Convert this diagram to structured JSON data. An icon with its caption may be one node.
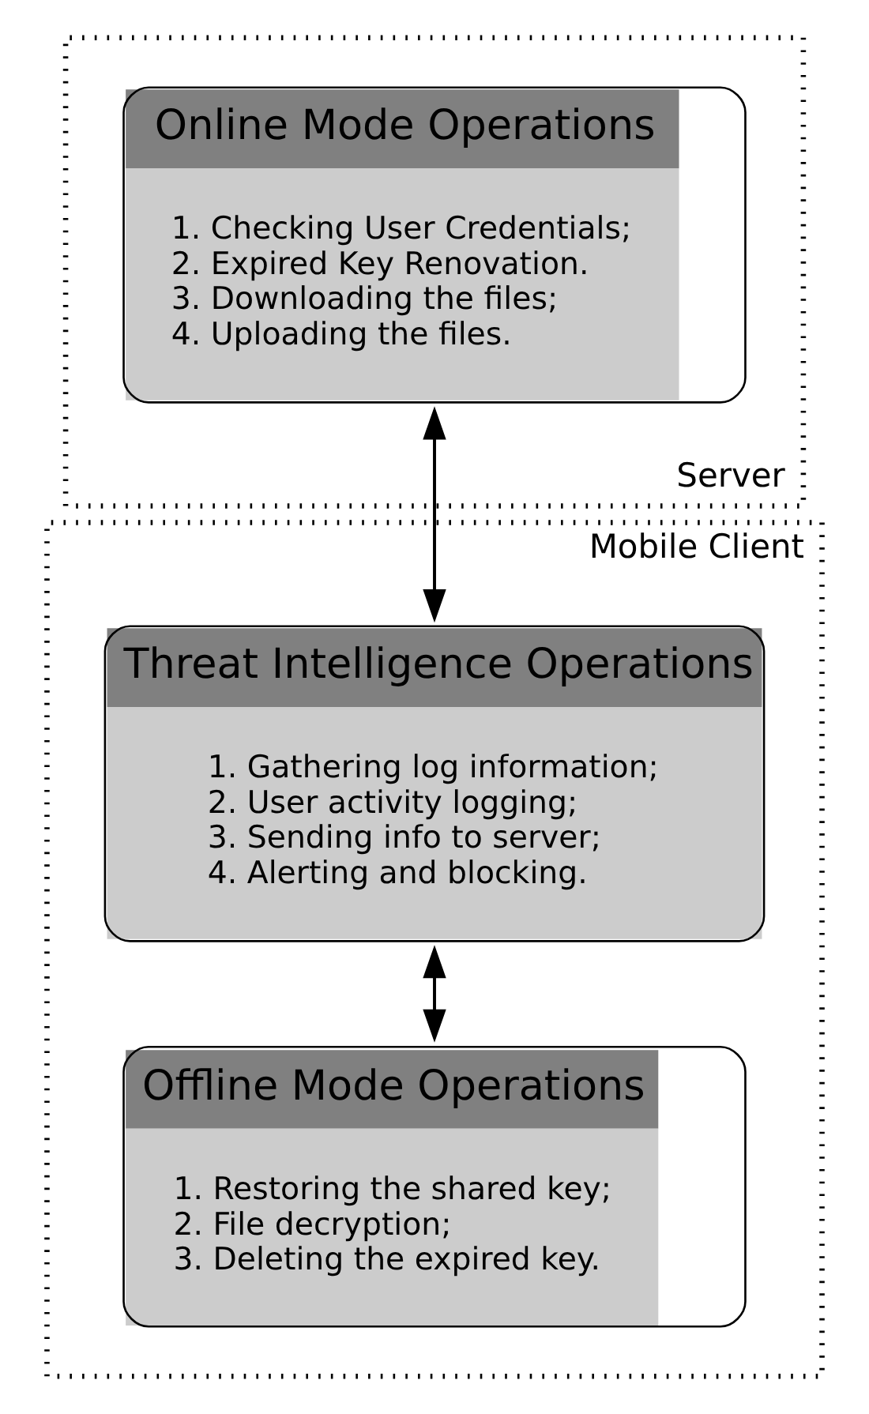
{
  "diagram": {
    "nodes": [
      {
        "text": [
          "Server"
        ]
      },
      {
        "text": [
          "Online Mode Operations",
          "1. Checking User Credentials;",
          "2. Expired Key Renovation.",
          "3. Downloading the files;",
          "4. Uploading the files."
        ],
        "in": 0
      },
      {
        "text": [
          "Mobile Client"
        ]
      },
      {
        "text": [
          "Threat Intelligence Operations",
          "1. Gathering log information;",
          "2. User activity logging;",
          "3. Sending info to server;",
          "4. Alerting and blocking."
        ],
        "in": 2
      },
      {
        "text": [
          "Offline Mode Operations",
          "1. Restoring the shared key;",
          "2. File decryption;",
          "3. Deleting the expired key."
        ],
        "in": 2
      }
    ],
    "edges": [
      {
        "from": 1,
        "to": 3,
        "arrow": "both"
      },
      {
        "from": 3,
        "to": 4,
        "arrow": "both"
      }
    ]
  }
}
